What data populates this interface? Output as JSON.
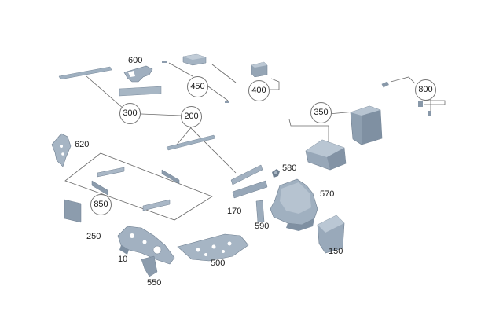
{
  "parts": {
    "p600": "600",
    "p450": "450",
    "p400": "400",
    "p300": "300",
    "p200": "200",
    "p800": "800",
    "p350": "350",
    "p620": "620",
    "p580": "580",
    "p570": "570",
    "p850": "850",
    "p170": "170",
    "p590": "590",
    "p250": "250",
    "p150": "150",
    "p10": "10",
    "p500": "500",
    "p550": "550"
  },
  "colors": {
    "part_fill": "#97a6b6",
    "part_light": "#b8c5d2",
    "part_dark": "#6f7f90",
    "leader": "#666666"
  }
}
